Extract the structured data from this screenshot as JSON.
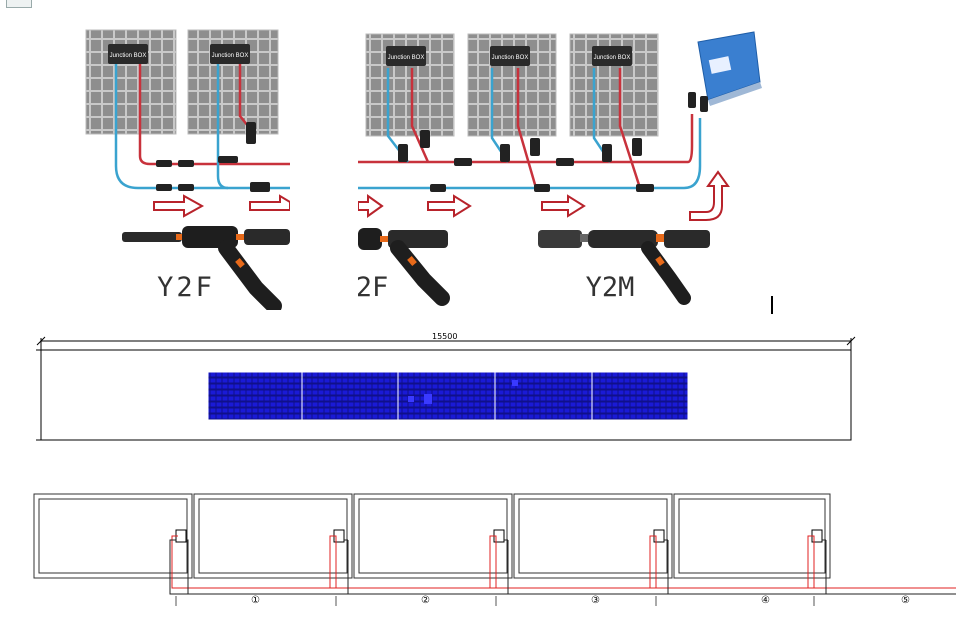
{
  "photo_left": {
    "junction_box_labels": [
      "Junction BOX",
      "Junction BOX"
    ],
    "connector_label": "Y2F"
  },
  "photo_right": {
    "junction_box_labels": [
      "Junction BOX",
      "Junction BOX",
      "Junction BOX"
    ],
    "connector_label_left": "2F",
    "connector_label_right": "Y2M"
  },
  "dimension": {
    "length_label": "15500"
  },
  "string_numbers": [
    "①",
    "②",
    "③",
    "④",
    "⑤"
  ],
  "colors": {
    "positive_cable": "#c8323c",
    "negative_cable": "#3aa3cf",
    "panel_cell_blue": "#1a1ad6",
    "arrow_red": "#b8232b",
    "inverter_blue": "#3a7fd0",
    "drawing_red": "#e02020"
  }
}
